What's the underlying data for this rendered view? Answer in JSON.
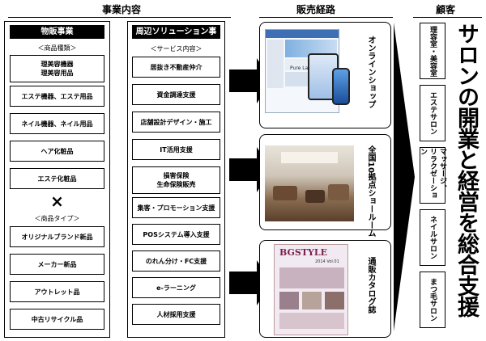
{
  "headers": {
    "business": "事業内容",
    "channel": "販売経路",
    "customer": "顧客"
  },
  "sales": {
    "title": "物販事業",
    "types_label": "＜商品種類＞",
    "types": [
      "理美容機器\n理美容用品",
      "エステ機器、エステ用品",
      "ネイル機器、ネイル用品",
      "ヘア化粧品",
      "エステ化粧品"
    ],
    "times": "×",
    "kinds_label": "＜商品タイプ＞",
    "kinds": [
      "オリジナルブランド新品",
      "メーカー新品",
      "アウトレット品",
      "中古リサイクル品"
    ]
  },
  "solutions": {
    "title": "周辺ソリューション事業",
    "label": "＜サービス内容＞",
    "items": [
      "居抜き不動産仲介",
      "資金調達支援",
      "店舗設計デザイン・施工",
      "IT活用支援",
      "損害保険\n生命保険販売",
      "集客・プロモーション支援",
      "POSシステム導入支援",
      "のれん分け・FC支援",
      "e-ラーニング",
      "人材採用支援"
    ]
  },
  "channels": [
    {
      "label": "オンラインショップ"
    },
    {
      "label": "全国10拠点ショールーム"
    },
    {
      "label": "通販カタログ誌"
    }
  ],
  "mock_text": {
    "site_name": "Pure Labels",
    "catalog_title": "BGSTYLE",
    "catalog_vol": "2014 Vol.01"
  },
  "customers": [
    "理容室・美容室",
    "エステサロン",
    "マッサージ、\nリラクゼーション",
    "ネイルサロン",
    "まつ毛サロン"
  ],
  "slogan": "サロンの開業と経営を総合支援"
}
